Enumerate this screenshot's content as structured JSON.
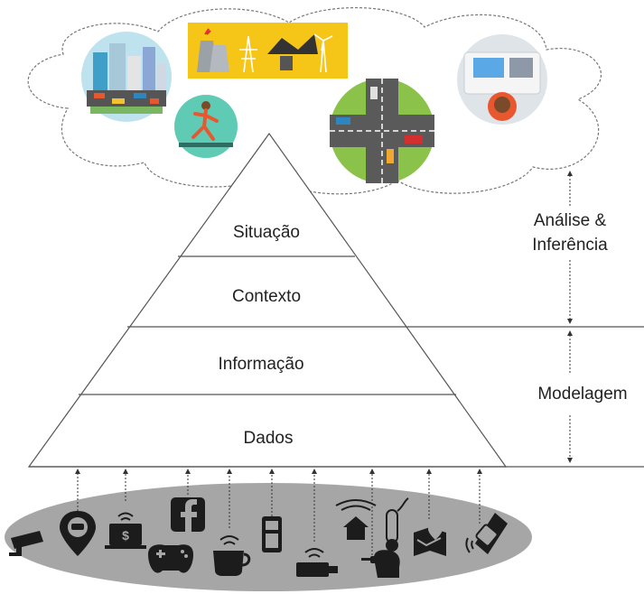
{
  "pyramid": {
    "levels": [
      {
        "name": "level-situacao",
        "label": "Situação"
      },
      {
        "name": "level-contexto",
        "label": "Contexto"
      },
      {
        "name": "level-informacao",
        "label": "Informação"
      },
      {
        "name": "level-dados",
        "label": "Dados"
      }
    ]
  },
  "side_labels": {
    "analysis_line1": "Análise &",
    "analysis_line2": "Inferência",
    "modeling": "Modelagem"
  },
  "cloud_images": [
    "city-traffic-image",
    "power-energy-image",
    "runner-image",
    "intersection-image",
    "workspace-image"
  ],
  "sensors": [
    "cctv-camera-icon",
    "car-location-icon",
    "wifi-laptop-money-icon",
    "game-controller-icon",
    "facebook-icon",
    "coffee-wifi-icon",
    "mobile-phone-icon",
    "usb-wifi-icon",
    "smart-home-icon",
    "thermometer-vr-head-icon",
    "map-location-icon",
    "smartwatch-icon"
  ],
  "colors": {
    "line": "#555555",
    "ellipse": "#a6a6a6",
    "icon": "#1c1c1c",
    "text": "#222222"
  }
}
